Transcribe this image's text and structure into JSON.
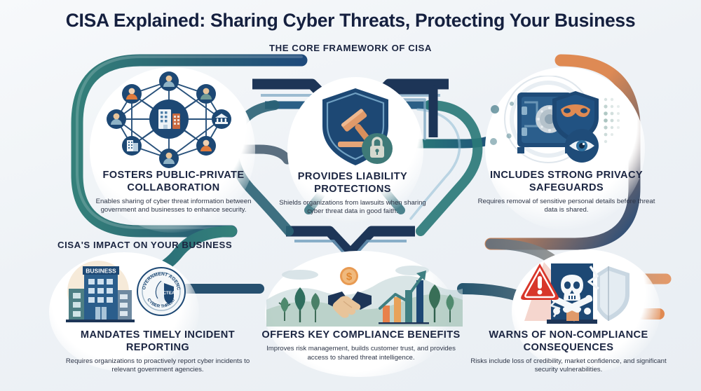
{
  "title": "CISA Explained: Sharing Cyber Threats, Protecting Your Business",
  "sections": {
    "core_label": "THE CORE FRAMEWORK OF CISA",
    "impact_label": "CISA'S IMPACT ON YOUR BUSINESS"
  },
  "colors": {
    "background": "#eef2f6",
    "title_navy": "#15203f",
    "heading_navy": "#1b2541",
    "body_text": "#2d3547",
    "ribbon_blue": "#1e4a7b",
    "ribbon_teal": "#2f7d7a",
    "ribbon_orange": "#e08a52",
    "ribbon_slate": "#6b7c8c",
    "accent_orange": "#e07b3c",
    "warning_red": "#d8362a",
    "deep_navy": "#1d3557"
  },
  "cards": [
    {
      "id": "fosters-public-private-collaboration",
      "heading": "FOSTERS PUBLIC-PRIVATE COLLABORATION",
      "body": "Enables sharing of cyber threat information between government and businesses to enhance security.",
      "icon": "network-nodes-icon"
    },
    {
      "id": "provides-liability-protections",
      "heading": "PROVIDES LIABILITY PROTECTIONS",
      "body": "Shields organizations from lawsuits when sharing cyber threat data in good faith.",
      "icon": "shield-gavel-lock-icon"
    },
    {
      "id": "includes-strong-privacy-safeguards",
      "heading": "INCLUDES STRONG PRIVACY SAFEGUARDS",
      "body": "Requires removal of sensitive personal details before threat data is shared.",
      "icon": "vault-mask-eye-icon"
    },
    {
      "id": "mandates-timely-incident-reporting",
      "heading": "MANDATES TIMELY INCIDENT REPORTING",
      "body": "Requires organizations to proactively report cyber incidents to relevant government agencies.",
      "icon": "business-building-government-seal-icon"
    },
    {
      "id": "offers-key-compliance-benefits",
      "heading": "OFFERS KEY COMPLIANCE BENEFITS",
      "body": "Improves risk management, builds customer trust, and provides access to shared threat intelligence.",
      "icon": "handshake-growth-chart-icon"
    },
    {
      "id": "warns-of-non-compliance-consequences",
      "heading": "WARNS OF NON-COMPLIANCE CONSEQUENCES",
      "body": "Risks include loss of credibility, market confidence, and significant security vulnerabilities.",
      "icon": "warning-skull-broken-shield-icon"
    }
  ],
  "illustration_labels": {
    "business_sign": "BUSINESS",
    "seal_outer_top": "GOVERNMENT AGENCY",
    "seal_outer_bottom": "CYBER THREAT",
    "seal_inner": "CTEA",
    "coin_symbol": "$"
  }
}
